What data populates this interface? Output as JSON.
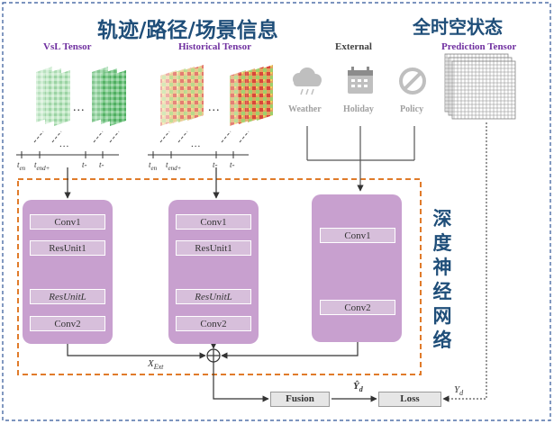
{
  "header": {
    "title_cn": "轨迹/路径/场景信息",
    "title_cn_right": "全时空状态"
  },
  "columns": {
    "vsl": "VsL Tensor",
    "historical": "Historical Tensor",
    "external": "External",
    "prediction": "Prediction Tensor"
  },
  "external_items": [
    "Weather",
    "Holiday",
    "Policy"
  ],
  "timeline": {
    "dots": "...",
    "labels": [
      "t",
      "en",
      "t",
      "end+",
      "t-",
      "t-"
    ]
  },
  "blocks": {
    "left": {
      "layers": [
        "Conv1",
        "ResUnit1",
        "ResUnitL",
        "Conv2"
      ]
    },
    "mid": {
      "layers": [
        "Conv1",
        "ResUnit1",
        "ResUnitL",
        "Conv2"
      ]
    },
    "right": {
      "layers": [
        "Conv1",
        "Conv2"
      ]
    }
  },
  "side_title": [
    "深",
    "度",
    "神",
    "经",
    "网",
    "络"
  ],
  "fusion": {
    "x_ext": "X",
    "x_ext_sub": "Ext",
    "fusion_label": "Fusion",
    "loss_label": "Loss",
    "y_hat": "Ŷ",
    "y": "Y",
    "sub_d": "d"
  },
  "colors": {
    "title": "#1f4e79",
    "block": "#c8a0cf",
    "layer": "#d7bfdb",
    "dashed_frame": "#e07b2a",
    "outer_frame": "#2f5597"
  }
}
